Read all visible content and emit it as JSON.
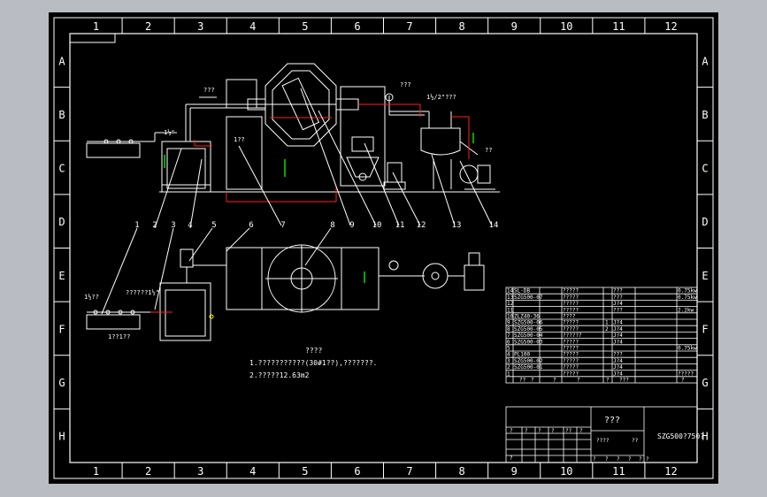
{
  "frame": {
    "columns": [
      "1",
      "2",
      "3",
      "4",
      "5",
      "6",
      "7",
      "8",
      "9",
      "10",
      "11",
      "12"
    ],
    "rows": [
      "A",
      "B",
      "C",
      "D",
      "E",
      "F",
      "G",
      "H"
    ]
  },
  "callouts": {
    "top_left_pipe": "???",
    "top_right_valve": "???",
    "top_right_pipe": "1½/2\"???",
    "left_feed": "1½\"",
    "vacuum_note": "1??",
    "right_small": "??",
    "plan_pipe": "1½??",
    "plan_valve": "??????1½\"",
    "plan_below": "1??1??"
  },
  "leader_numbers": [
    "1",
    "2",
    "3",
    "4",
    "5",
    "6",
    "7",
    "8",
    "9",
    "10",
    "11",
    "12",
    "13",
    "14"
  ],
  "notes": {
    "title": "????",
    "line1": "1.???????????(30#1??),???????.",
    "line2": "2.?????12.63m2"
  },
  "parts_table": {
    "rows": [
      {
        "no": "14",
        "code": "SL-DB",
        "name": "?????",
        "qty": "",
        "mat": "???",
        "note": "0.75kw"
      },
      {
        "no": "13",
        "code": "SZG500-07",
        "name": "?????",
        "qty": "",
        "mat": "???",
        "note": "0.75kw"
      },
      {
        "no": "12",
        "code": "",
        "name": "?????",
        "qty": "",
        "mat": "J?4",
        "note": ""
      },
      {
        "no": "11",
        "code": "",
        "name": "?????",
        "qty": "",
        "mat": "???",
        "note": "2.2kw"
      },
      {
        "no": "10",
        "code": "ZLZ40-36",
        "name": "????",
        "qty": "",
        "mat": "",
        "note": ""
      },
      {
        "no": "9",
        "code": "SZG500-06",
        "name": "?????",
        "qty": "1",
        "mat": "J?4",
        "note": ""
      },
      {
        "no": "8",
        "code": "SZG500-05",
        "name": "?????",
        "qty": "2",
        "mat": "J?4",
        "note": ""
      },
      {
        "no": "7",
        "code": "SZG500-04",
        "name": "??????",
        "qty": "",
        "mat": "J?4",
        "note": ""
      },
      {
        "no": "6",
        "code": "SZG500-03",
        "name": "?????",
        "qty": "",
        "mat": "J?4",
        "note": ""
      },
      {
        "no": "5",
        "code": "",
        "name": "?????",
        "qty": "",
        "mat": "",
        "note": "0.75kw"
      },
      {
        "no": "4",
        "code": "PL100",
        "name": "?????",
        "qty": "",
        "mat": "???",
        "note": ""
      },
      {
        "no": "3",
        "code": "SZG500-02",
        "name": "?????",
        "qty": "",
        "mat": "J?4",
        "note": ""
      },
      {
        "no": "2",
        "code": "SZG500-01",
        "name": "?????",
        "qty": "",
        "mat": "J?4",
        "note": ""
      },
      {
        "no": "1",
        "code": "",
        "name": "?????",
        "qty": "",
        "mat": "J?4",
        "note": "?????"
      }
    ],
    "header": {
      "c1": "??",
      "c2": "?",
      "c3": "?",
      "c4": "?",
      "c5": "?",
      "c6": "???",
      "c7": "?"
    }
  },
  "title_block": {
    "drawing_name": "???",
    "drawing_no": "SZG500?750?",
    "scale_label": "????",
    "sheet_label": "??",
    "small_marks": [
      "?",
      "?",
      "?",
      "?",
      "?",
      "?"
    ],
    "rev_cells": [
      "?",
      "?",
      "?",
      "?",
      "??",
      "?",
      "?"
    ]
  },
  "colors": {
    "background": "#000000",
    "viewport": "#b9bcc2",
    "line": "#ffffff",
    "red": "#ff2020",
    "green": "#00e000",
    "yellow": "#ffff00"
  }
}
